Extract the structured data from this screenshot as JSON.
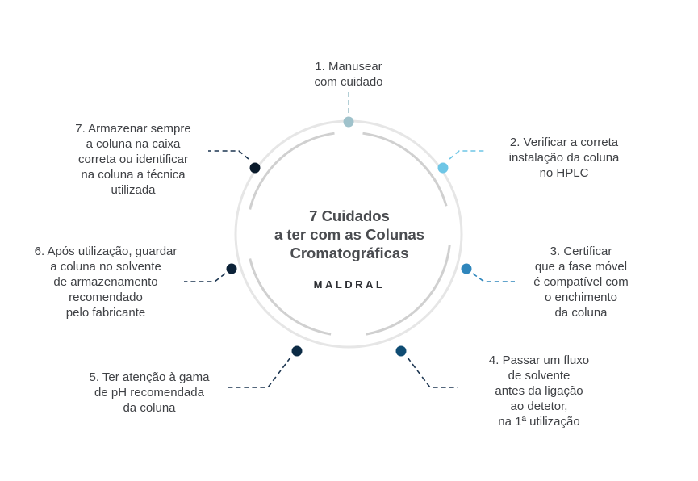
{
  "center": {
    "title": "7 Cuidados\na ter com as Colunas\nCromatográficas",
    "brand": "MALDRAL"
  },
  "colors": {
    "outer_ring": "#e6e6e6",
    "inner_ring": "#d0d0d0",
    "connector_dark": "#1c3550"
  },
  "steps": [
    {
      "text": "1. Manusear\ncom cuidado",
      "color": "#9fc2cb"
    },
    {
      "text": "2. Verificar a correta\ninstalação da coluna\nno HPLC",
      "color": "#6ec6e6"
    },
    {
      "text": "3. Certificar\nque a fase móvel\né compatível com\no enchimento\nda coluna",
      "color": "#2f86bc"
    },
    {
      "text": "4. Passar um fluxo\nde solvente\nantes da ligação\nao detetor,\nna 1ª utilização",
      "color": "#0f4c73"
    },
    {
      "text": "5. Ter atenção à gama\nde pH recomendada\nda coluna",
      "color": "#0c2b45"
    },
    {
      "text": "6. Após utilização, guardar\na coluna no solvente\nde armazenamento\nrecomendado\npelo fabricante",
      "color": "#0c2238"
    },
    {
      "text": "7. Armazenar sempre\na coluna na caixa\ncorreta ou identificar\nna coluna a técnica\nutilizada",
      "color": "#0a1a2b"
    }
  ]
}
